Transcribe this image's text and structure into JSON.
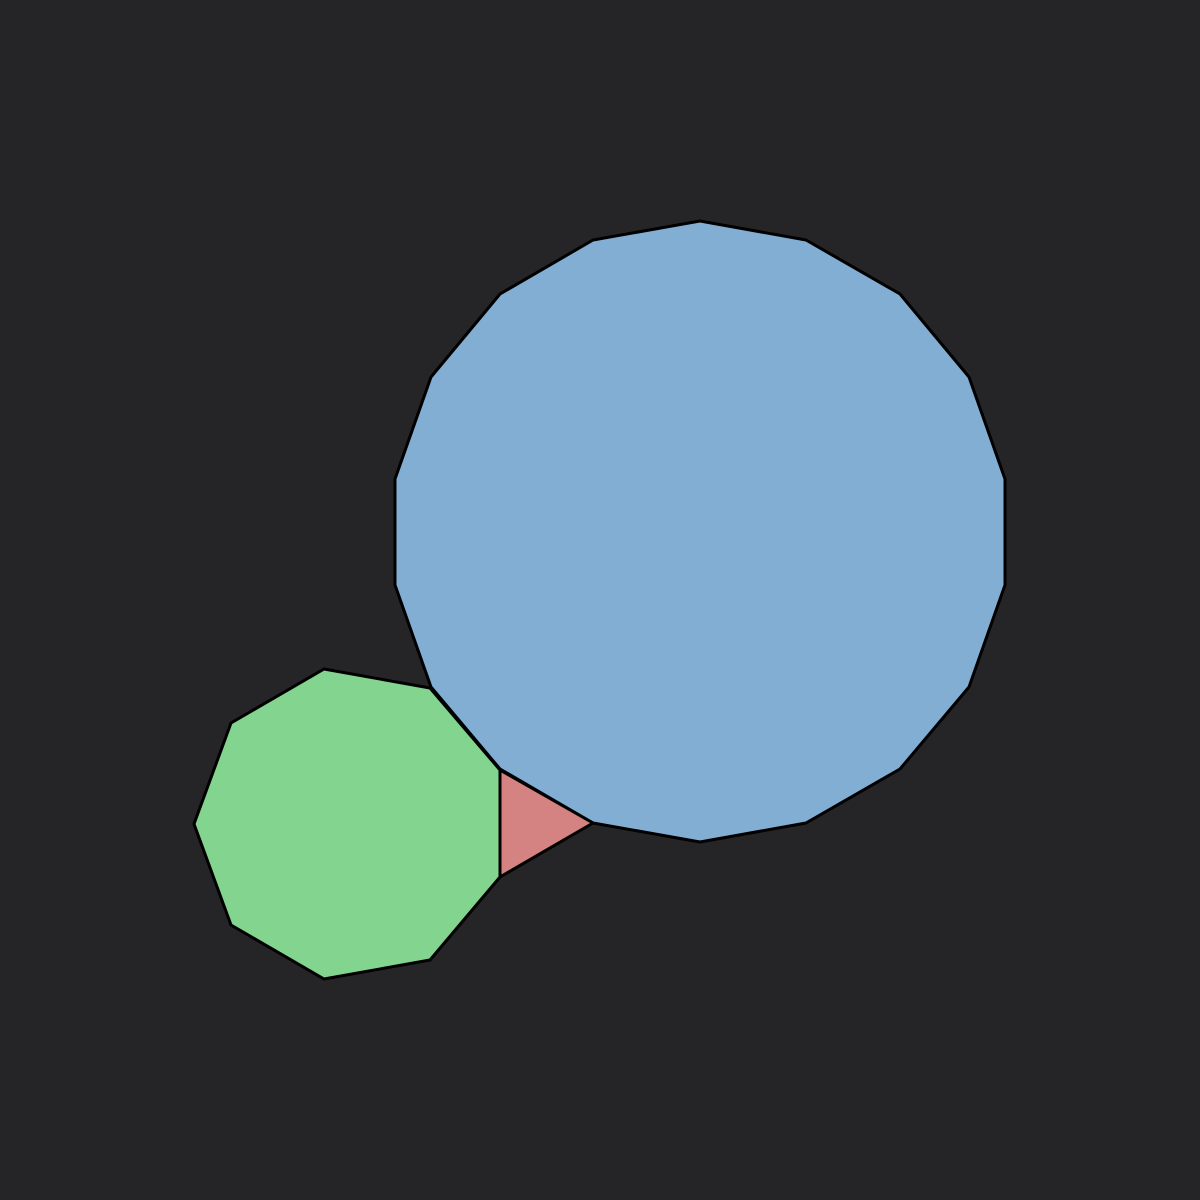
{
  "colors": {
    "background": "#252527",
    "outline": "#000000"
  },
  "shapes": [
    {
      "name": "octadecagon",
      "sides": 18,
      "fill": "#82aed4"
    },
    {
      "name": "nonagon",
      "sides": 9,
      "fill": "#83d48e"
    },
    {
      "name": "triangle",
      "sides": 3,
      "fill": "#d48282"
    }
  ]
}
